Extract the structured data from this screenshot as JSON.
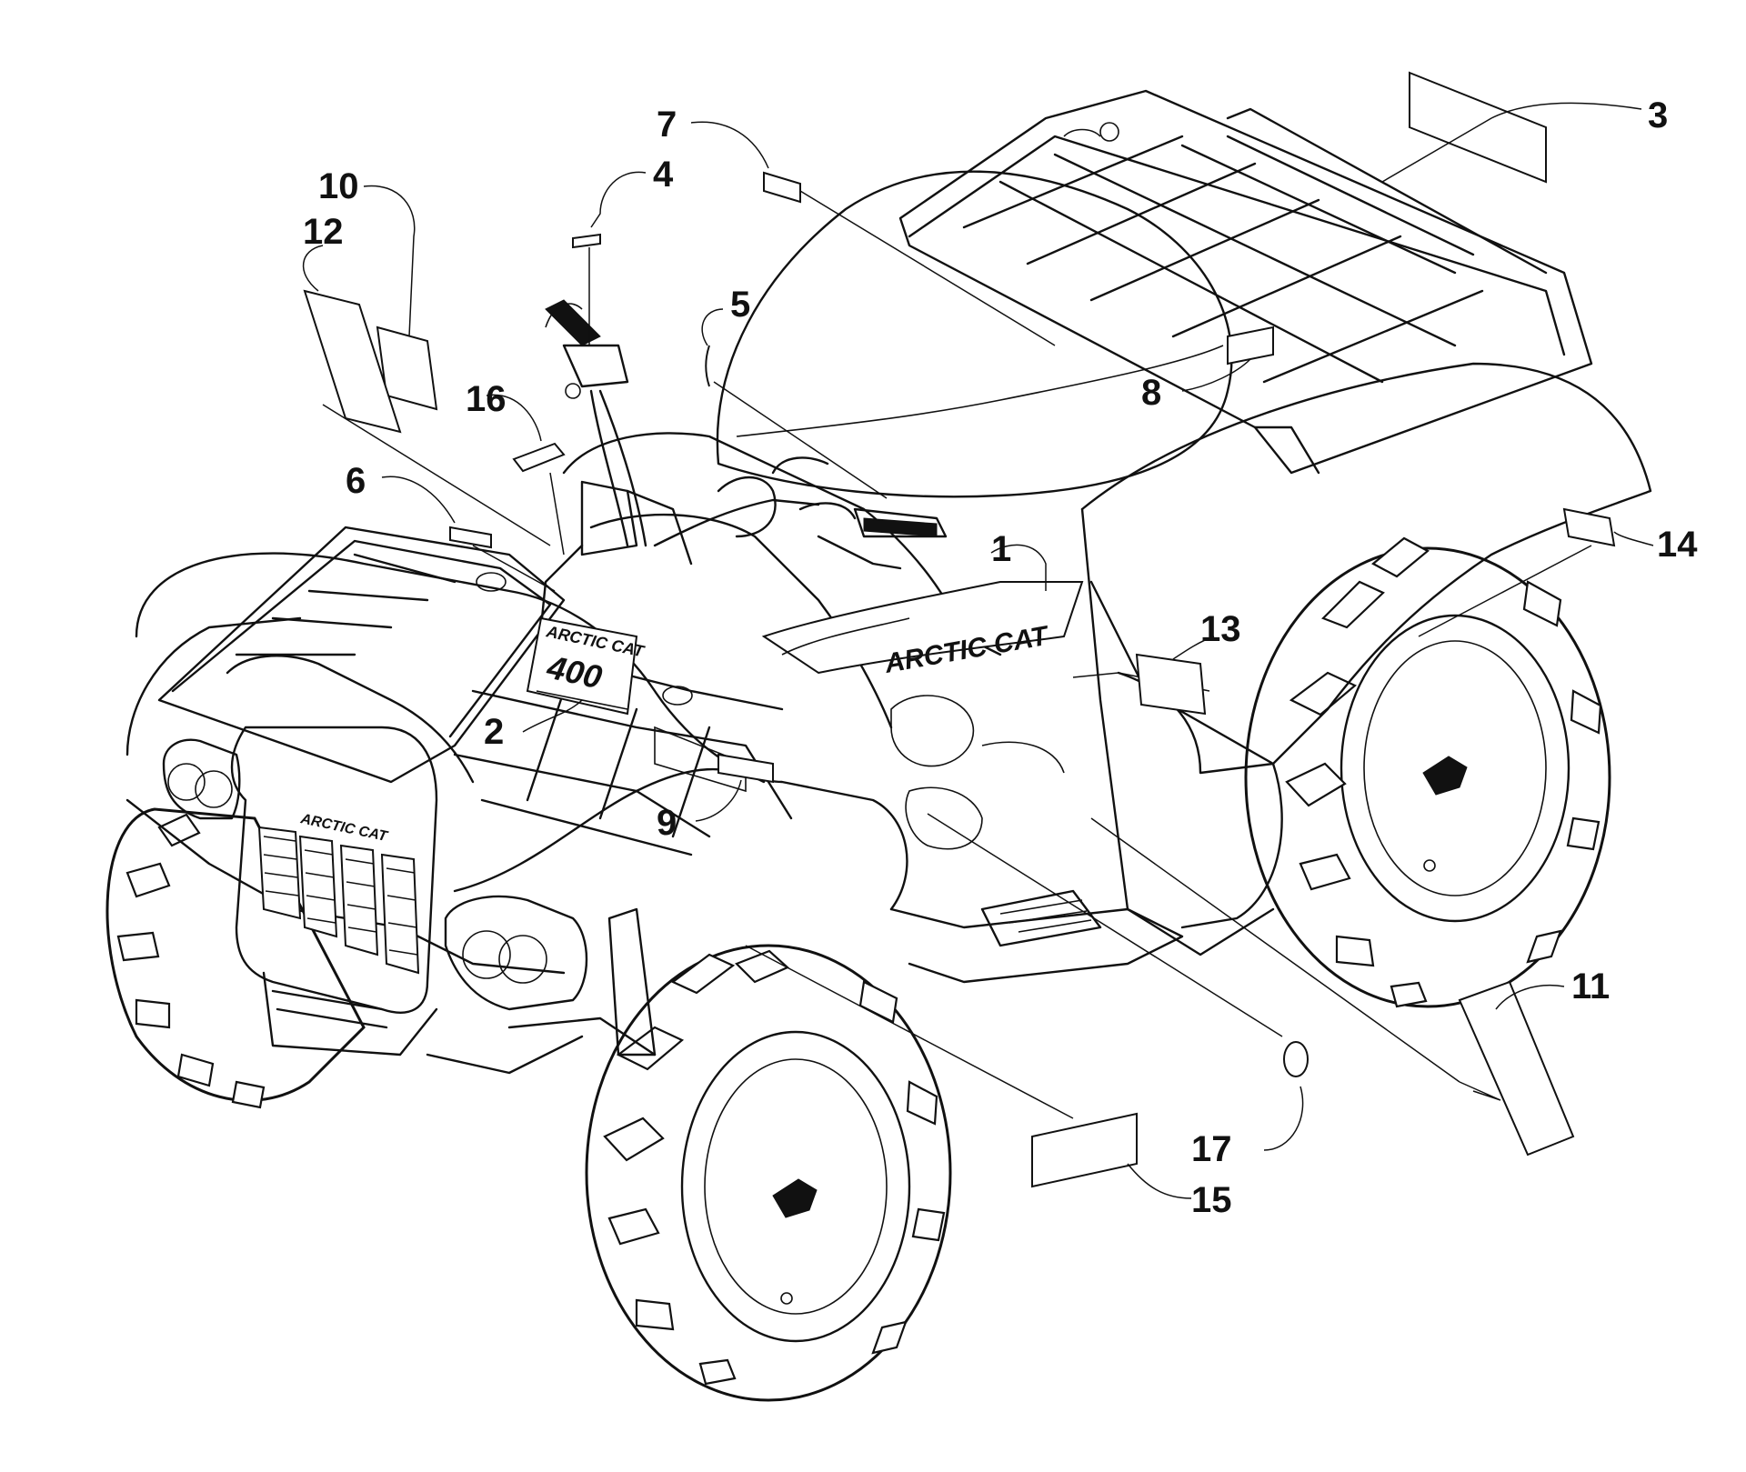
{
  "diagram": {
    "brand_text": "ARCTIC CAT",
    "model_number": "400",
    "callouts": [
      {
        "id": "c1",
        "label": "1"
      },
      {
        "id": "c2",
        "label": "2"
      },
      {
        "id": "c3",
        "label": "3"
      },
      {
        "id": "c4",
        "label": "4"
      },
      {
        "id": "c5",
        "label": "5"
      },
      {
        "id": "c6",
        "label": "6"
      },
      {
        "id": "c7",
        "label": "7"
      },
      {
        "id": "c8",
        "label": "8"
      },
      {
        "id": "c9",
        "label": "9"
      },
      {
        "id": "c10",
        "label": "10"
      },
      {
        "id": "c11",
        "label": "11"
      },
      {
        "id": "c12",
        "label": "12"
      },
      {
        "id": "c13",
        "label": "13"
      },
      {
        "id": "c14",
        "label": "14"
      },
      {
        "id": "c15",
        "label": "15"
      },
      {
        "id": "c16",
        "label": "16"
      },
      {
        "id": "c17",
        "label": "17"
      }
    ]
  }
}
